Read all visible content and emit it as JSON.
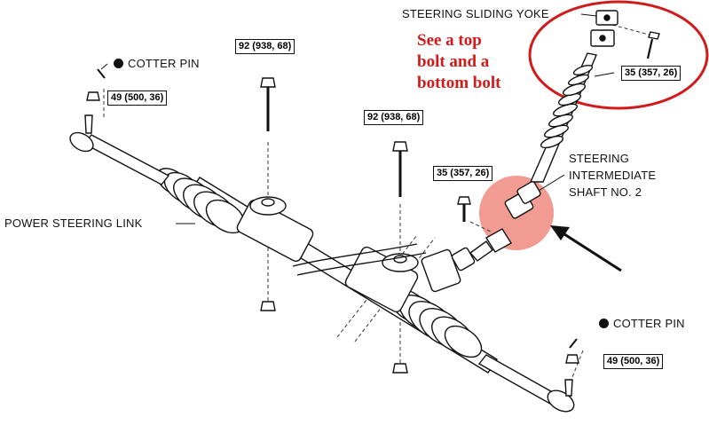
{
  "labels": {
    "steering_sliding_yoke": "STEERING SLIDING YOKE",
    "steering_intermediate_shaft_line1": "STEERING",
    "steering_intermediate_shaft_line2": "INTERMEDIATE",
    "steering_intermediate_shaft_line3": "SHAFT NO. 2",
    "power_steering_link": "POWER STEERING LINK",
    "cotter_pin_left": "COTTER PIN",
    "cotter_pin_right": "COTTER PIN"
  },
  "torque_specs": {
    "cotter_nut_left": "49 (500, 36)",
    "mount_bolt_left": "92 (938, 68)",
    "mount_bolt_center": "92 (938, 68)",
    "shaft_bolt_lower": "35 (357, 26)",
    "yoke_bolt_upper": "35 (357, 26)",
    "cotter_nut_right": "49 (500, 36)"
  },
  "annotation": {
    "line1": "See a top",
    "line2": "bolt and a",
    "line3": "bottom bolt"
  },
  "colors": {
    "annotation_red": "#d11a1a",
    "highlight_fill": "#f08a80",
    "line": "#111111"
  }
}
